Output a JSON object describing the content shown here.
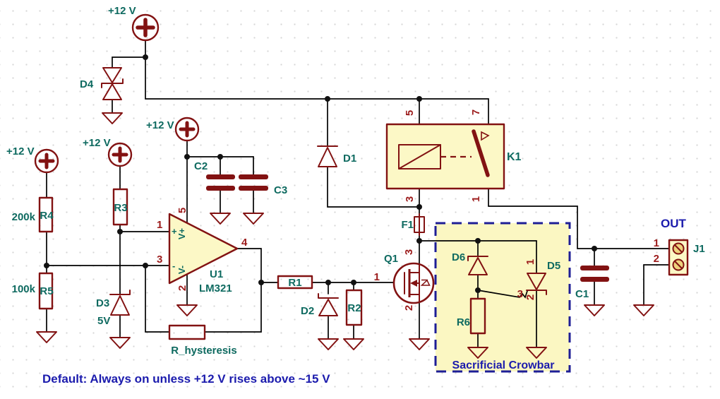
{
  "colors": {
    "symbol_dark_red": "#821212",
    "pin_number_red": "#9c1b1b",
    "label_teal": "#0e6a60",
    "annotation_blue": "#1b1bad",
    "component_fill_yellow": "#fcf8c6",
    "crowbar_fill_yellow": "#fbf7c2",
    "crowbar_border_navy": "#1e1e96",
    "wire_black": "#000000",
    "background": "#ffffff"
  },
  "power": {
    "label": "+12 V"
  },
  "note": {
    "text": "Default: Always on unless +12 V rises above ~15 V"
  },
  "crowbar": {
    "title": "Sacrificial Crowbar"
  },
  "out": {
    "label": "OUT"
  },
  "u1": {
    "ref": "U1",
    "value": "LM321",
    "pin1": "1",
    "pin2": "2",
    "pin3": "3",
    "pin4": "4",
    "pin5": "5",
    "plus": "+",
    "minus": "-",
    "vplus": "V+",
    "vminus": "V-"
  },
  "q1": {
    "ref": "Q1",
    "pin1": "1",
    "pin2": "2",
    "pin3": "3"
  },
  "k1": {
    "ref": "K1",
    "pin1": "1",
    "pin3": "3",
    "pin5": "5",
    "pin7": "7"
  },
  "f1": {
    "ref": "F1"
  },
  "d1": {
    "ref": "D1"
  },
  "d2": {
    "ref": "D2"
  },
  "d3": {
    "ref": "D3",
    "value": "5V"
  },
  "d4": {
    "ref": "D4"
  },
  "d5": {
    "ref": "D5",
    "pin1": "1",
    "pin2": "2",
    "pin3": "3"
  },
  "d6": {
    "ref": "D6"
  },
  "r1": {
    "ref": "R1"
  },
  "r2": {
    "ref": "R2"
  },
  "r3": {
    "ref": "R3"
  },
  "r4": {
    "ref": "R4",
    "value": "200k"
  },
  "r5": {
    "ref": "R5",
    "value": "100k"
  },
  "r6": {
    "ref": "R6"
  },
  "r_hysteresis": {
    "ref": "R_hysteresis"
  },
  "c1": {
    "ref": "C1"
  },
  "c2": {
    "ref": "C2"
  },
  "c3": {
    "ref": "C3"
  },
  "j1": {
    "ref": "J1",
    "pin1": "1",
    "pin2": "2"
  }
}
